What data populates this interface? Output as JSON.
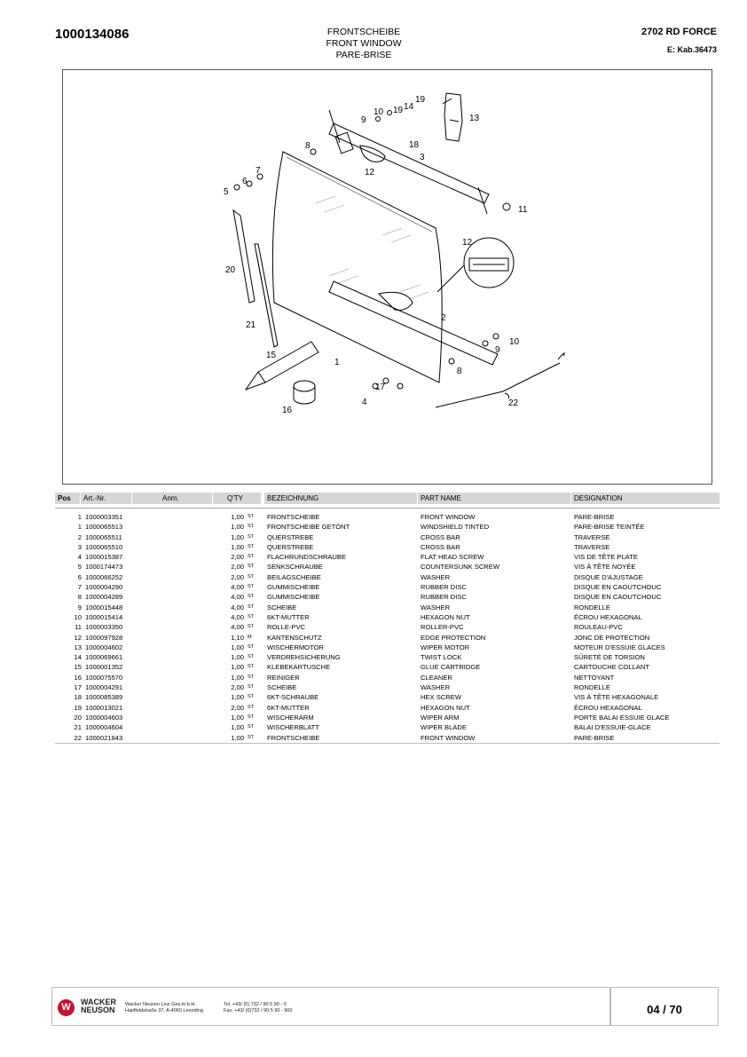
{
  "header": {
    "doc_number": "1000134086",
    "title_de": "FRONTSCHEIBE",
    "title_en": "FRONT WINDOW",
    "title_fr": "PARE-BRISE",
    "model": "2702 RD FORCE",
    "cab_ref": "E: Kab.36473"
  },
  "figure": {
    "callouts": [
      "1",
      "2",
      "3",
      "4",
      "5",
      "6",
      "7",
      "8",
      "9",
      "10",
      "11",
      "12",
      "13",
      "14",
      "15",
      "16",
      "17",
      "18",
      "19",
      "20",
      "21",
      "22"
    ]
  },
  "table": {
    "headers": {
      "pos": "Pos",
      "art": "Art.-Nr.",
      "anm": "Anm.",
      "qty": "Q'TY",
      "de": "BEZEICHNUNG",
      "en": "PART NAME",
      "fr": "DESIGNATION"
    },
    "rows": [
      {
        "pos": "1",
        "art": "1000003351",
        "qty": "1,00",
        "unit": "ST",
        "de": "FRONTSCHEIBE",
        "en": "FRONT WINDOW",
        "fr": "PARE-BRISE"
      },
      {
        "pos": "1",
        "art": "1000065513",
        "qty": "1,00",
        "unit": "ST",
        "de": "FRONTSCHEIBE GETÖNT",
        "en": "WINDSHIELD  TINTED",
        "fr": "PARE-BRISE TEINTÉE"
      },
      {
        "pos": "2",
        "art": "1000065511",
        "qty": "1,00",
        "unit": "ST",
        "de": "QUERSTREBE",
        "en": "CROSS BAR",
        "fr": "TRAVERSE"
      },
      {
        "pos": "3",
        "art": "1000065510",
        "qty": "1,00",
        "unit": "ST",
        "de": "QUERSTREBE",
        "en": "CROSS BAR",
        "fr": "TRAVERSE"
      },
      {
        "pos": "4",
        "art": "1000015387",
        "qty": "2,00",
        "unit": "ST",
        "de": "FLACHRUNDSCHRAUBE",
        "en": "FLAT HEAD SCREW",
        "fr": "VIS DE TÊTE PLATE"
      },
      {
        "pos": "5",
        "art": "1000174473",
        "qty": "2,00",
        "unit": "ST",
        "de": "SENKSCHRAUBE",
        "en": "COUNTERSUNK SCREW",
        "fr": "VIS À TÊTE NOYÉE"
      },
      {
        "pos": "6",
        "art": "1000066252",
        "qty": "2,00",
        "unit": "ST",
        "de": "BEILAGSCHEIBE",
        "en": "WASHER",
        "fr": "DISQUE D'AJUSTAGE"
      },
      {
        "pos": "7",
        "art": "1000004290",
        "qty": "4,00",
        "unit": "ST",
        "de": "GUMMISCHEIBE",
        "en": "RUBBER DISC",
        "fr": "DISQUE EN CAOUTCHOUC"
      },
      {
        "pos": "8",
        "art": "1000004289",
        "qty": "4,00",
        "unit": "ST",
        "de": "GUMMISCHEIBE",
        "en": "RUBBER DISC",
        "fr": "DISQUE EN CAOUTCHOUC"
      },
      {
        "pos": "9",
        "art": "1000015448",
        "qty": "4,00",
        "unit": "ST",
        "de": "SCHEIBE",
        "en": "WASHER",
        "fr": "RONDELLE"
      },
      {
        "pos": "10",
        "art": "1000015414",
        "qty": "4,00",
        "unit": "ST",
        "de": "6KT-MUTTER",
        "en": "HEXAGON NUT",
        "fr": "ÉCROU HEXAGONAL"
      },
      {
        "pos": "11",
        "art": "1000003350",
        "qty": "4,00",
        "unit": "ST",
        "de": "ROLLE-PVC",
        "en": "ROLLER-PVC",
        "fr": "ROULEAU-PVC"
      },
      {
        "pos": "12",
        "art": "1000097928",
        "qty": "1,10",
        "unit": "M",
        "de": "KANTENSCHUTZ",
        "en": "EDGE PROTECTION",
        "fr": "JONC DE PROTECTION"
      },
      {
        "pos": "13",
        "art": "1000004602",
        "qty": "1,00",
        "unit": "ST",
        "de": "WISCHERMOTOR",
        "en": "WIPER MOTOR",
        "fr": "MOTEUR D'ESSUIE GLACES"
      },
      {
        "pos": "14",
        "art": "1000069661",
        "qty": "1,00",
        "unit": "ST",
        "de": "VERDREHSICHERUNG",
        "en": "TWIST LOCK",
        "fr": "SÛRETÉ DE TORSION"
      },
      {
        "pos": "15",
        "art": "1000001352",
        "qty": "1,00",
        "unit": "ST",
        "de": "KLEBEKARTUSCHE",
        "en": "GLUE CARTRIDGE",
        "fr": "CARTOUCHE COLLANT"
      },
      {
        "pos": "16",
        "art": "1000075570",
        "qty": "1,00",
        "unit": "ST",
        "de": "REINIGER",
        "en": "CLEANER",
        "fr": "NETTOYANT"
      },
      {
        "pos": "17",
        "art": "1000004291",
        "qty": "2,00",
        "unit": "ST",
        "de": "SCHEIBE",
        "en": "WASHER",
        "fr": "RONDELLE"
      },
      {
        "pos": "18",
        "art": "1000085389",
        "qty": "1,00",
        "unit": "ST",
        "de": "6KT-SCHRAUBE",
        "en": "HEX SCREW",
        "fr": "VIS À TÊTE HEXAGONALE"
      },
      {
        "pos": "19",
        "art": "1000013021",
        "qty": "2,00",
        "unit": "ST",
        "de": "6KT-MUTTER",
        "en": "HEXAGON NUT",
        "fr": "ÉCROU HEXAGONAL"
      },
      {
        "pos": "20",
        "art": "1000004603",
        "qty": "1,00",
        "unit": "ST",
        "de": "WISCHERARM",
        "en": "WIPER ARM",
        "fr": "PORTE BALAI ESSUIE GLACE"
      },
      {
        "pos": "21",
        "art": "1000004604",
        "qty": "1,00",
        "unit": "ST",
        "de": "WISCHERBLATT",
        "en": "WIPER BLADE",
        "fr": "BALAI D'ESSUIE-GLACE"
      },
      {
        "pos": "22",
        "art": "1000021843",
        "qty": "1,00",
        "unit": "ST",
        "de": "FRONTSCHEIBE",
        "en": "FRONT WINDOW",
        "fr": "PARE-BRISE"
      }
    ]
  },
  "footer": {
    "logo_line1": "WACKER",
    "logo_line2": "NEUSON",
    "company": "Wacker Neuson Linz  Ges.m.b.H.",
    "address": "Haidfeldstraße 37, A-4060 Leonding",
    "tel": "Tel. +43/ (0) 732 / 90 5 90 - 0",
    "fax": "Fax. +43/ (0)732 / 90 5 90 - 900",
    "page": "04 / 70",
    "brand_color": "#c8102e"
  }
}
